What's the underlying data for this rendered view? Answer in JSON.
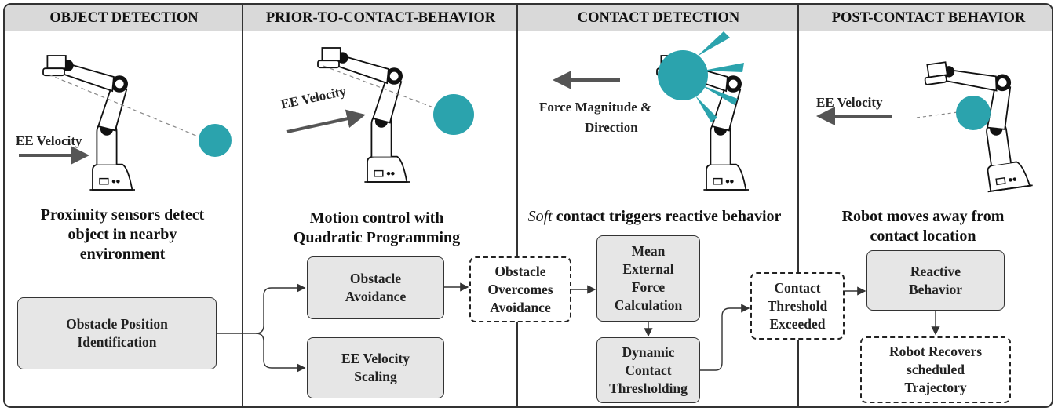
{
  "headers": {
    "object_detection": "OBJECT DETECTION",
    "prior_contact": "PRIOR-TO-CONTACT-BEHAVIOR",
    "contact_detection": "CONTACT DETECTION",
    "post_contact": "POST-CONTACT BEHAVIOR"
  },
  "labels": {
    "ee_velocity_1": "EE Velocity",
    "ee_velocity_2": "EE Velocity",
    "force_line1": "Force Magnitude &",
    "force_line2": "Direction",
    "ee_velocity_4": "EE Velocity"
  },
  "captions": {
    "c1_line1": "Proximity sensors detect",
    "c1_line2": "object in nearby",
    "c1_line3": "environment",
    "c2_line1": "Motion control with",
    "c2_line2": "Quadratic Programming",
    "c3_soft": "Soft",
    "c3_rest": " contact triggers reactive behavior",
    "c4_line1": "Robot moves away from",
    "c4_line2": "contact location"
  },
  "boxes": {
    "obstacle_position_1": "Obstacle Position",
    "obstacle_position_2": "Identification",
    "obstacle_avoidance_1": "Obstacle",
    "obstacle_avoidance_2": "Avoidance",
    "ee_scaling_1": "EE Velocity",
    "ee_scaling_2": "Scaling",
    "overcomes_1": "Obstacle",
    "overcomes_2": "Overcomes",
    "overcomes_3": "Avoidance",
    "mean_1": "Mean",
    "mean_2": "External",
    "mean_3": "Force",
    "mean_4": "Calculation",
    "dynamic_1": "Dynamic",
    "dynamic_2": "Contact",
    "dynamic_3": "Thresholding",
    "threshold_1": "Contact",
    "threshold_2": "Threshold",
    "threshold_3": "Exceeded",
    "reactive_1": "Reactive",
    "reactive_2": "Behavior",
    "recovers_1": "Robot Recovers",
    "recovers_2": "scheduled",
    "recovers_3": "Trajectory"
  },
  "colors": {
    "object": "#2ba3ad",
    "box_fill": "#e6e6e6",
    "header_fill": "#d9d9d9",
    "arrow": "#555555"
  }
}
